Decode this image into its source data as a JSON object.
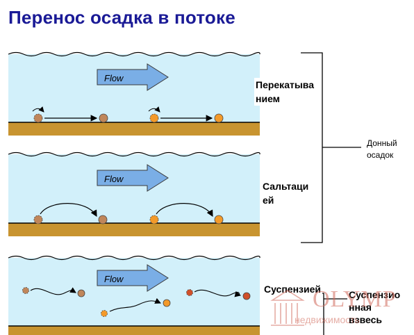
{
  "title": "Перенос осадка в потоке",
  "flow_label": "Flow",
  "labels": {
    "rolling": "Перекатыва\nнием",
    "saltation": "Сальтаци\nей",
    "suspension": "Суспензией",
    "bedload": "Донный\nосадок",
    "suspended_load": "Суспензио\nнная\nвзвесь"
  },
  "watermark": {
    "brand": "OLYMP",
    "sub": "недвижимость"
  },
  "colors": {
    "title": "#1a1a96",
    "water": "#d2f0fa",
    "bed": "#c89430",
    "arrow_fill": "#7aaee6",
    "grain_brown": "#c0865a",
    "grain_orange": "#f39a2a"
  }
}
